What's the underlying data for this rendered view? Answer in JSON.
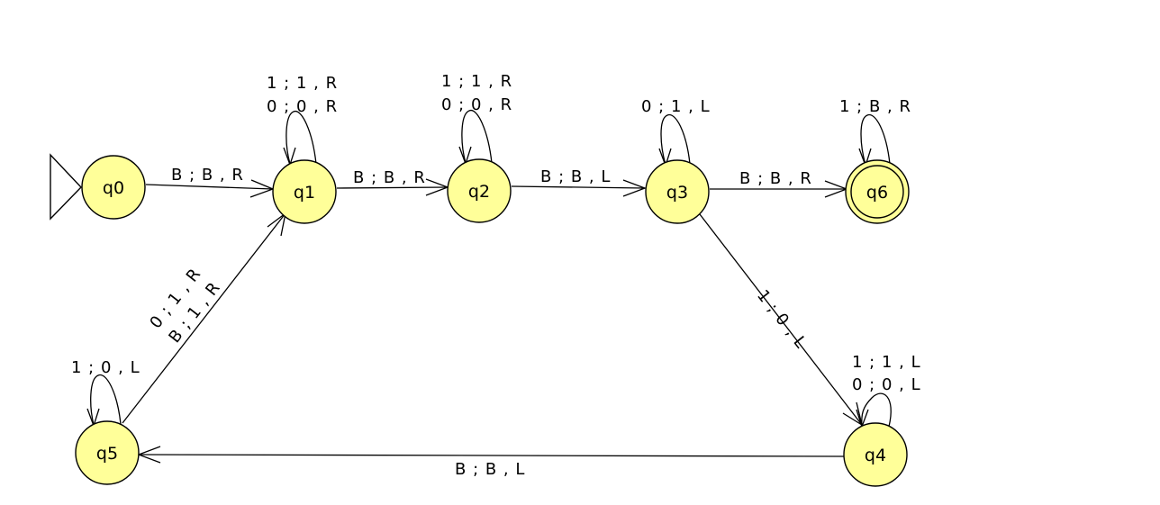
{
  "states": {
    "q0": "q0",
    "q1": "q1",
    "q2": "q2",
    "q3": "q3",
    "q4": "q4",
    "q5": "q5",
    "q6": "q6"
  },
  "initial_state": "q0",
  "accepting_states": [
    "q6"
  ],
  "colors": {
    "state_fill": "#ffff99",
    "stroke": "#000000"
  },
  "transitions": {
    "q0_q1": "B ; B , R",
    "q1_q1_a": "1 ; 1 , R",
    "q1_q1_b": "0 ; 0 , R",
    "q1_q2": "B ; B , R",
    "q2_q2_a": "1 ; 1 , R",
    "q2_q2_b": "0 ; 0 , R",
    "q2_q3": "B ; B , L",
    "q3_q3": "0 ; 1 , L",
    "q3_q6": "B ; B , R",
    "q6_q6": "1 ; B , R",
    "q3_q4": "1 ; 0 , L",
    "q4_q4_a": "1 ; 1 , L",
    "q4_q4_b": "0 ; 0 , L",
    "q4_q5": "B ; B , L",
    "q5_q5": "1 ; 0 , L",
    "q5_q1_a": "0 ; 1 , R",
    "q5_q1_b": "B ; 1 , R"
  }
}
